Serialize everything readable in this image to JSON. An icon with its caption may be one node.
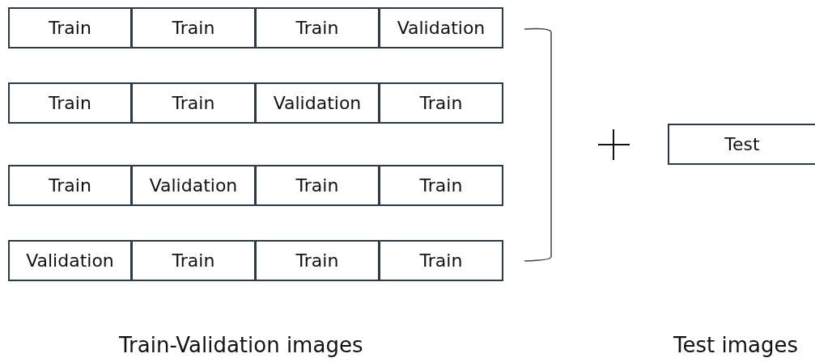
{
  "diagram": {
    "nodes": [
      {
        "text": [
          "Train"
        ]
      },
      {
        "text": [
          "Train"
        ]
      },
      {
        "text": [
          "Train"
        ]
      },
      {
        "text": [
          "Validation"
        ]
      },
      {
        "text": [
          "Train"
        ]
      },
      {
        "text": [
          "Train"
        ]
      },
      {
        "text": [
          "Validation"
        ]
      },
      {
        "text": [
          "Train"
        ]
      },
      {
        "text": [
          "Train"
        ]
      },
      {
        "text": [
          "Validation"
        ]
      },
      {
        "text": [
          "Train"
        ]
      },
      {
        "text": [
          "Train"
        ]
      },
      {
        "text": [
          "Validation"
        ]
      },
      {
        "text": [
          "Train"
        ]
      },
      {
        "text": [
          "Train"
        ]
      },
      {
        "text": [
          "Train"
        ]
      },
      {
        "text": [
          "Test"
        ]
      }
    ],
    "labels": [
      "Train-Validation images",
      "Test images"
    ]
  }
}
